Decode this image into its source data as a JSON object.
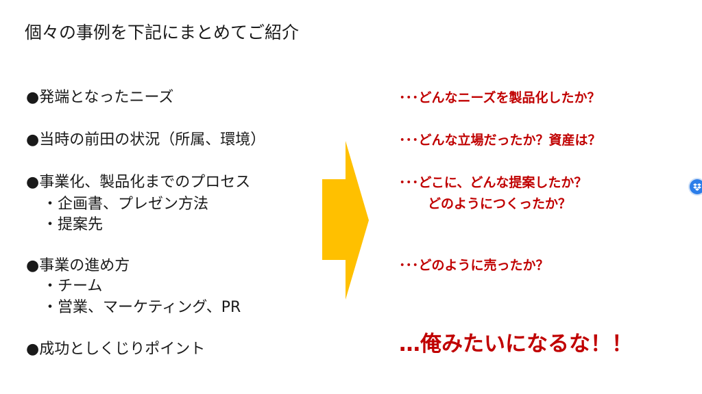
{
  "title": "個々の事例を下記にまとめてご紹介",
  "colors": {
    "accent_red": "#c00000",
    "arrow_yellow": "#ffc000",
    "side_icon_blue": "#2b7de9"
  },
  "left_items": [
    "●発端となったニーズ",
    "●当時の前田の状況（所属、環境）",
    "●事業化、製品化までのプロセス",
    "・企画書、プレゼン方法",
    "・提案先",
    "●事業の進め方",
    "・チーム",
    "・営業、マーケティング、PR",
    "●成功としくじりポイント"
  ],
  "right_items": [
    "･･･どんなニーズを製品化したか？",
    "･･･どんな立場だったか？資産は？",
    "･･･どこに、どんな提案したか？",
    "どのようにつくったか？",
    "･･･どのように売ったか？",
    "…俺みたいになるな！！"
  ],
  "icons": {
    "arrow": "right-arrow-icon",
    "side": "dropbox-icon"
  }
}
